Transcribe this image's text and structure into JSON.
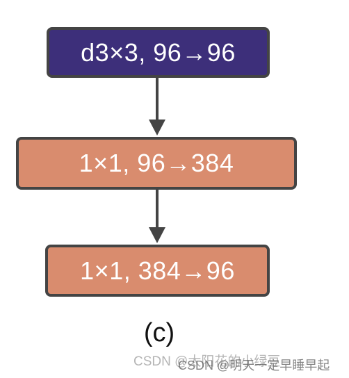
{
  "diagram": {
    "blocks": [
      {
        "label": "d3×3, 96→96",
        "color": "#3d2f7a"
      },
      {
        "label": "1×1, 96→384",
        "color": "#d98c6e"
      },
      {
        "label": "1×1, 384→96",
        "color": "#d98c6e"
      }
    ],
    "caption": "(c)"
  },
  "watermarks": {
    "primary": "CSDN @太阳花的小绿豆",
    "secondary": "CSDN @明天一定早睡早起"
  }
}
